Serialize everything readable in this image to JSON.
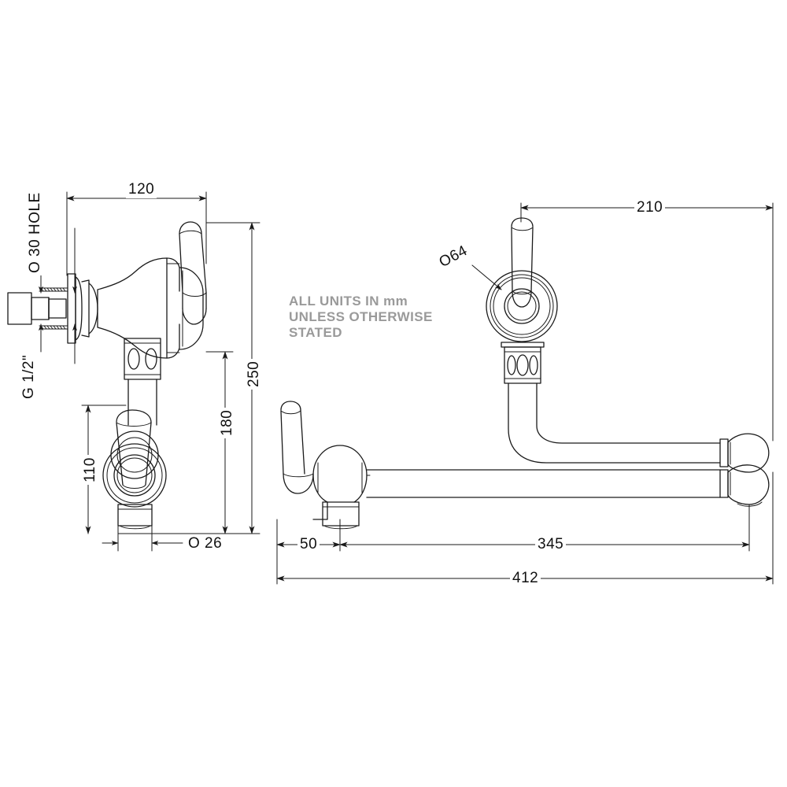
{
  "drawing": {
    "title": "Wall mounted bridge tap technical drawing",
    "units_note": "ALL UNITS IN mm\nUNLESS OTHERWISE\nSTATED",
    "line_color": "#1a1a1a",
    "note_color": "#9a9a9a",
    "background_color": "#ffffff"
  },
  "dimensions": {
    "hole_diameter": "O 30 HOLE",
    "thread_size": "G 1/2\"",
    "width_120": "120",
    "height_250": "250",
    "height_180": "180",
    "height_110": "110",
    "spout_diameter_26": "O 26",
    "flange_diameter_64": "O64",
    "depth_210": "210",
    "offset_50": "50",
    "reach_345": "345",
    "overall_412": "412"
  },
  "views": {
    "side_view_label": "",
    "front_view_label": ""
  }
}
